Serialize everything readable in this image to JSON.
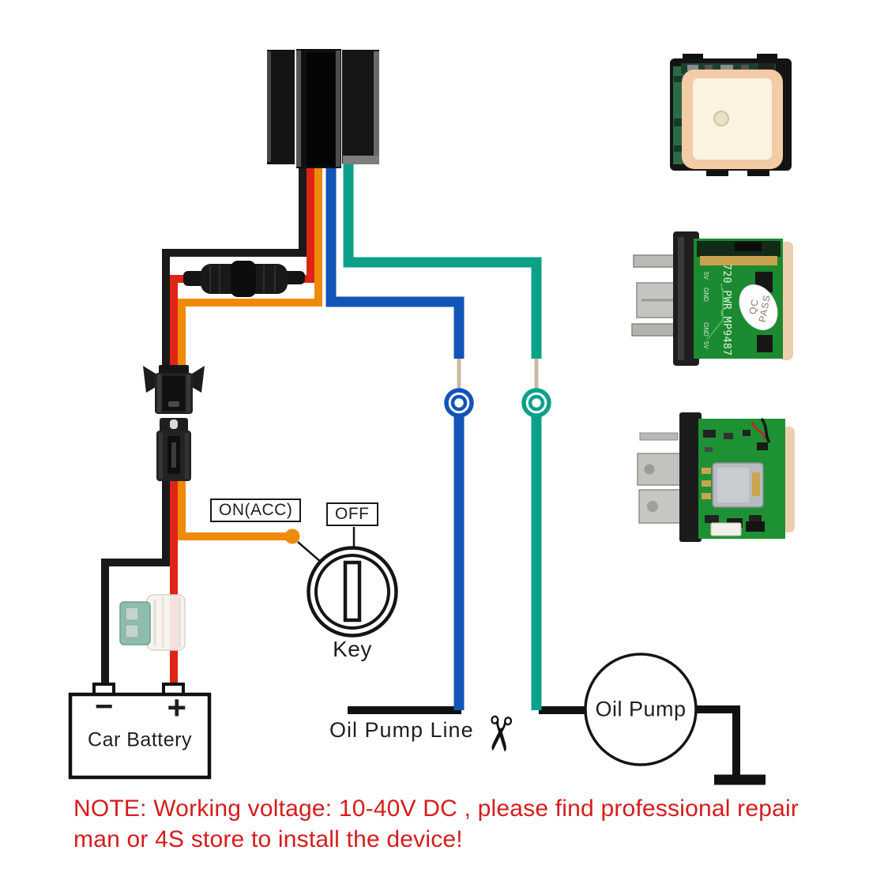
{
  "diagram": {
    "labels": {
      "on_acc": "ON(ACC)",
      "off": "OFF",
      "key": "Key",
      "oil_pump_line": "Oil Pump Line",
      "oil_pump": "Oil Pump",
      "car_battery": "Car Battery",
      "battery_minus": "−",
      "battery_plus": "+"
    },
    "icons": {
      "scissors": "✂"
    },
    "wire_colors": {
      "battery_negative_black": "#1a1a1a",
      "battery_positive_red": "#de2417",
      "acc_orange": "#ee8a06",
      "oil_pump_blue": "#1254b8",
      "oil_pump_teal": "#0ba189"
    }
  },
  "products": {
    "relay_board_label": "720_PWR_MP9487",
    "qc_sticker_line1": "QC",
    "qc_sticker_line2": "PASS",
    "pin_labels": [
      "5V",
      "GND",
      "GND",
      "5V"
    ]
  },
  "note": {
    "line1": "NOTE: Working voltage: 10-40V DC , please find professional repair",
    "line2": "man or 4S store to install the device!"
  }
}
